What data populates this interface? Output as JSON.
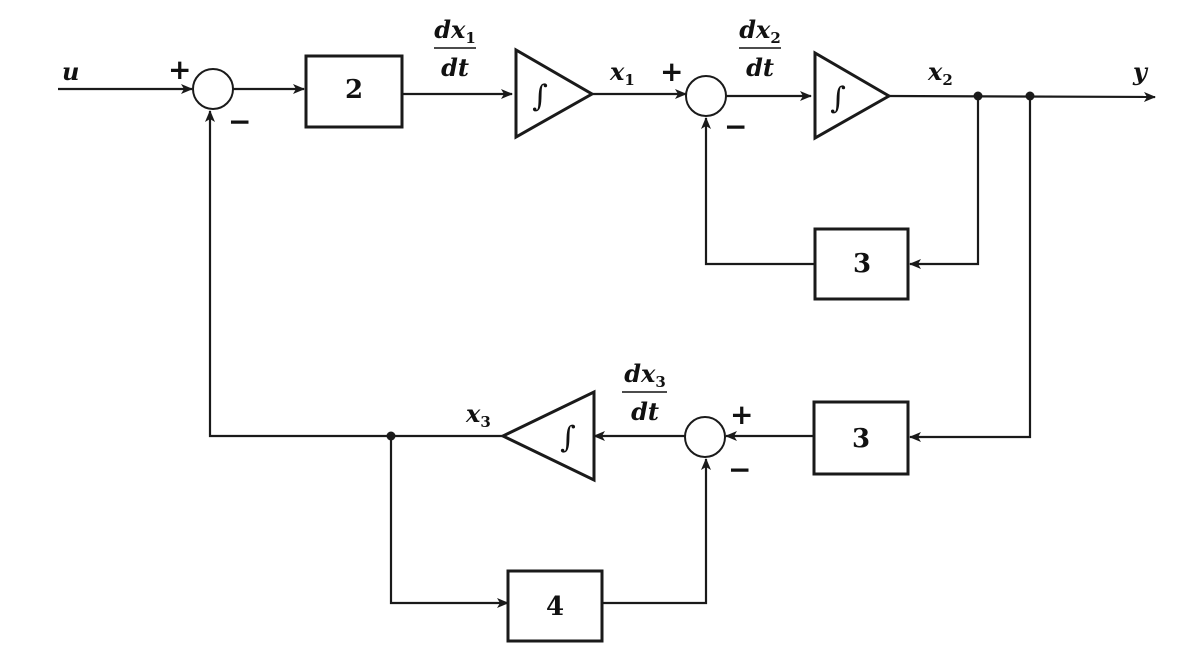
{
  "blocks": {
    "gain_2": "2",
    "gain_3_top": "3",
    "gain_3_bottom": "3",
    "gain_4": "4"
  },
  "integrators": {
    "symbol_1": "∫",
    "symbol_2": "∫",
    "symbol_3": "∫"
  },
  "signals": {
    "u": "u",
    "y": "y",
    "x1": {
      "base": "x",
      "sub": "1"
    },
    "x2": {
      "base": "x",
      "sub": "2"
    },
    "x3": {
      "base": "x",
      "sub": "3"
    },
    "dx1dt": {
      "num_base": "dx",
      "num_sub": "1",
      "den": "dt"
    },
    "dx2dt": {
      "num_base": "dx",
      "num_sub": "2",
      "den": "dt"
    },
    "dx3dt": {
      "num_base": "dx",
      "num_sub": "3",
      "den": "dt"
    }
  },
  "signs": {
    "sum1_plus": "+",
    "sum1_minus": "−",
    "sum2_plus": "+",
    "sum2_minus": "−",
    "sum3_plus": "+",
    "sum3_minus": "−"
  }
}
